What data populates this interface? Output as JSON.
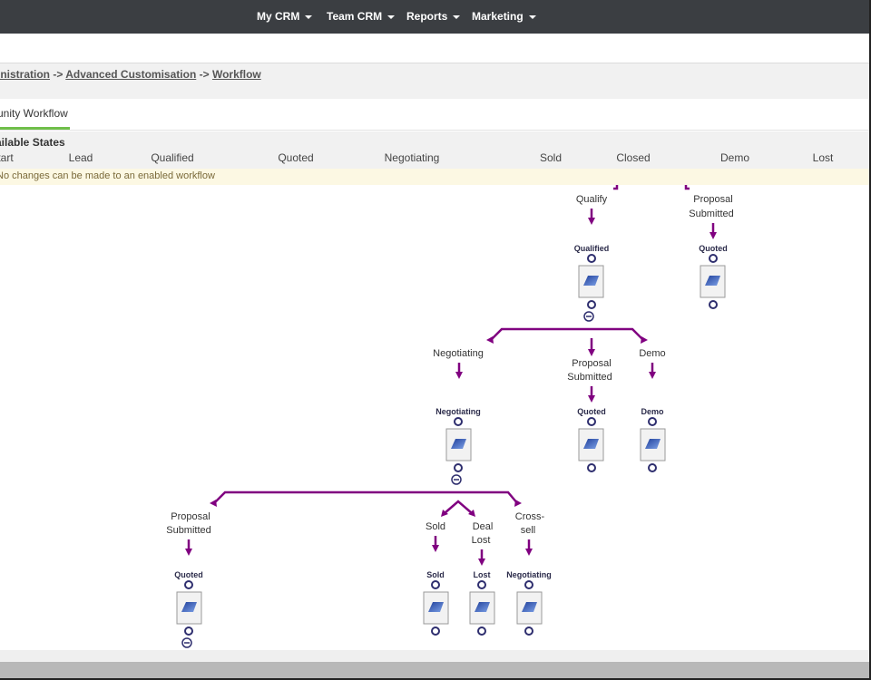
{
  "nav": {
    "items": [
      "My CRM",
      "Team CRM",
      "Reports",
      "Marketing"
    ]
  },
  "breadcrumb": {
    "first": "inistration",
    "sep1": " -> ",
    "second": "Advanced Customisation",
    "sep2": " -> ",
    "third": "Workflow"
  },
  "tabs": {
    "active": "unity Workflow"
  },
  "states": {
    "title": "ailable States",
    "columns": [
      "tart",
      "Lead",
      "Qualified",
      "Quoted",
      "Negotiating",
      "Sold",
      "Closed",
      "Demo",
      "Lost"
    ]
  },
  "warning": "No changes can be made to an enabled workflow",
  "flow": {
    "transitions": {
      "qualify": "Qualify",
      "proposal_top": [
        "Proposal",
        "Submitted"
      ],
      "negotiating": "Negotiating",
      "proposal_mid": [
        "Proposal",
        "Submitted"
      ],
      "demo": "Demo",
      "proposal_left": [
        "Proposal",
        "Submitted"
      ],
      "sold": "Sold",
      "deal_lost": [
        "Deal",
        "Lost"
      ],
      "cross_sell": [
        "Cross-",
        "sell"
      ]
    },
    "states": {
      "qualified": "Qualified",
      "quoted_top": "Quoted",
      "negotiating": "Negotiating",
      "quoted_mid": "Quoted",
      "demo": "Demo",
      "quoted_left": "Quoted",
      "sold": "Sold",
      "lost": "Lost",
      "negotiating_bottom": "Negotiating"
    },
    "colors": {
      "arrow": "#800080",
      "node_border": "#2e2e6e",
      "icon_blue": "#2d5bb5"
    }
  }
}
